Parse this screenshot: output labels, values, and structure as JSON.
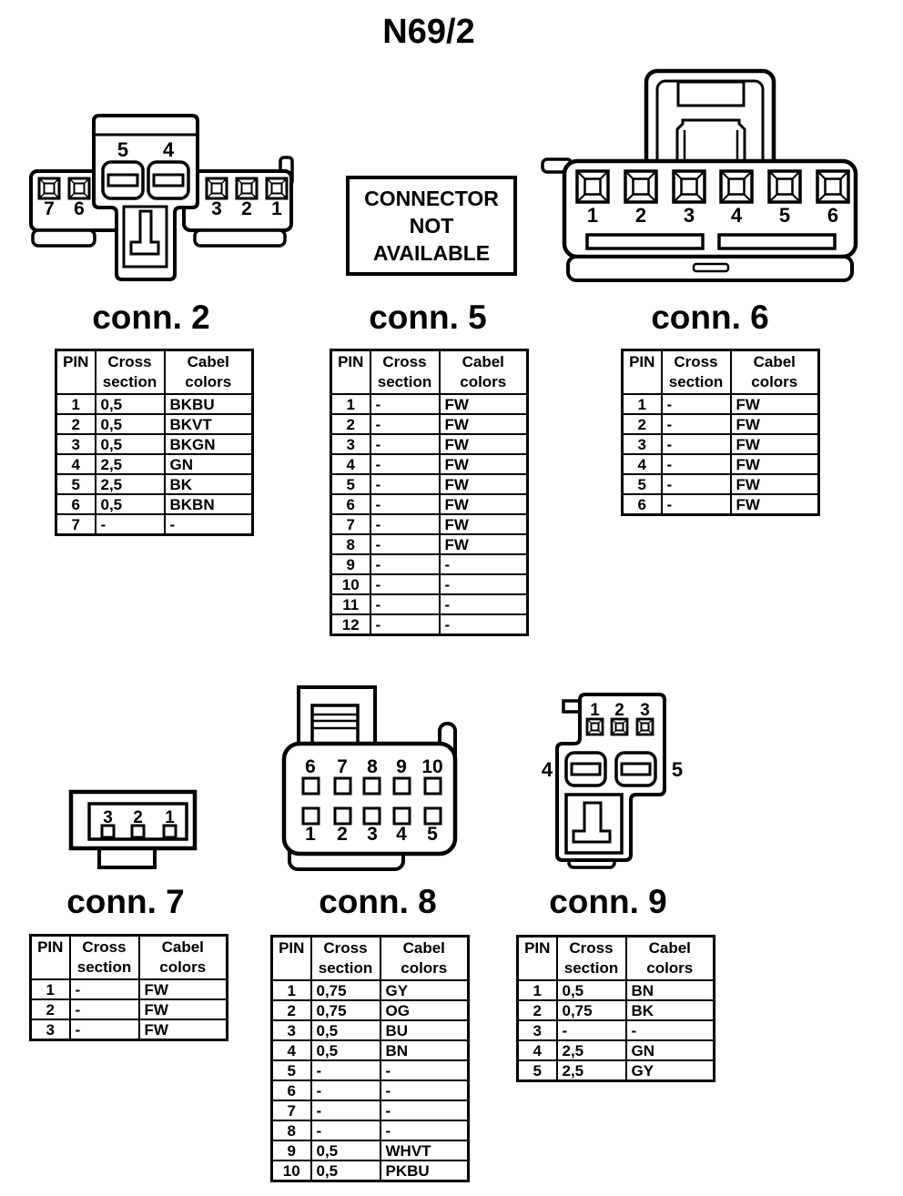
{
  "title": "N69/2",
  "table_headers": {
    "pin": "PIN",
    "cross_section": "Cross section",
    "cable_colors": "Cabel colors"
  },
  "not_available_box": {
    "line1": "CONNECTOR",
    "line2": "NOT",
    "line3": "AVAILABLE"
  },
  "connectors": {
    "conn2": {
      "label": "conn. 2",
      "diagram_pins": [
        "5",
        "4",
        "7",
        "6",
        "3",
        "2",
        "1"
      ],
      "rows": [
        [
          "1",
          "0,5",
          "BKBU"
        ],
        [
          "2",
          "0,5",
          "BKVT"
        ],
        [
          "3",
          "0,5",
          "BKGN"
        ],
        [
          "4",
          "2,5",
          "GN"
        ],
        [
          "5",
          "2,5",
          "BK"
        ],
        [
          "6",
          "0,5",
          "BKBN"
        ],
        [
          "7",
          "-",
          "-"
        ]
      ]
    },
    "conn5": {
      "label": "conn. 5",
      "rows": [
        [
          "1",
          "-",
          "FW"
        ],
        [
          "2",
          "-",
          "FW"
        ],
        [
          "3",
          "-",
          "FW"
        ],
        [
          "4",
          "-",
          "FW"
        ],
        [
          "5",
          "-",
          "FW"
        ],
        [
          "6",
          "-",
          "FW"
        ],
        [
          "7",
          "-",
          "FW"
        ],
        [
          "8",
          "-",
          "FW"
        ],
        [
          "9",
          "-",
          "-"
        ],
        [
          "10",
          "-",
          "-"
        ],
        [
          "11",
          "-",
          "-"
        ],
        [
          "12",
          "-",
          "-"
        ]
      ]
    },
    "conn6": {
      "label": "conn. 6",
      "diagram_pins": [
        "1",
        "2",
        "3",
        "4",
        "5",
        "6"
      ],
      "rows": [
        [
          "1",
          "-",
          "FW"
        ],
        [
          "2",
          "-",
          "FW"
        ],
        [
          "3",
          "-",
          "FW"
        ],
        [
          "4",
          "-",
          "FW"
        ],
        [
          "5",
          "-",
          "FW"
        ],
        [
          "6",
          "-",
          "FW"
        ]
      ]
    },
    "conn7": {
      "label": "conn. 7",
      "diagram_pins": [
        "3",
        "2",
        "1"
      ],
      "rows": [
        [
          "1",
          "-",
          "FW"
        ],
        [
          "2",
          "-",
          "FW"
        ],
        [
          "3",
          "-",
          "FW"
        ]
      ]
    },
    "conn8": {
      "label": "conn. 8",
      "diagram_pins_top": [
        "6",
        "7",
        "8",
        "9",
        "10"
      ],
      "diagram_pins_bottom": [
        "1",
        "2",
        "3",
        "4",
        "5"
      ],
      "rows": [
        [
          "1",
          "0,75",
          "GY"
        ],
        [
          "2",
          "0,75",
          "OG"
        ],
        [
          "3",
          "0,5",
          "BU"
        ],
        [
          "4",
          "0,5",
          "BN"
        ],
        [
          "5",
          "-",
          "-"
        ],
        [
          "6",
          "-",
          "-"
        ],
        [
          "7",
          "-",
          "-"
        ],
        [
          "8",
          "-",
          "-"
        ],
        [
          "9",
          "0,5",
          "WHVT"
        ],
        [
          "10",
          "0,5",
          "PKBU"
        ]
      ]
    },
    "conn9": {
      "label": "conn. 9",
      "diagram_pins_top": [
        "1",
        "2",
        "3"
      ],
      "diagram_pin_left": "4",
      "diagram_pin_right": "5",
      "rows": [
        [
          "1",
          "0,5",
          "BN"
        ],
        [
          "2",
          "0,75",
          "BK"
        ],
        [
          "3",
          "-",
          "-"
        ],
        [
          "4",
          "2,5",
          "GN"
        ],
        [
          "5",
          "2,5",
          "GY"
        ]
      ]
    }
  }
}
